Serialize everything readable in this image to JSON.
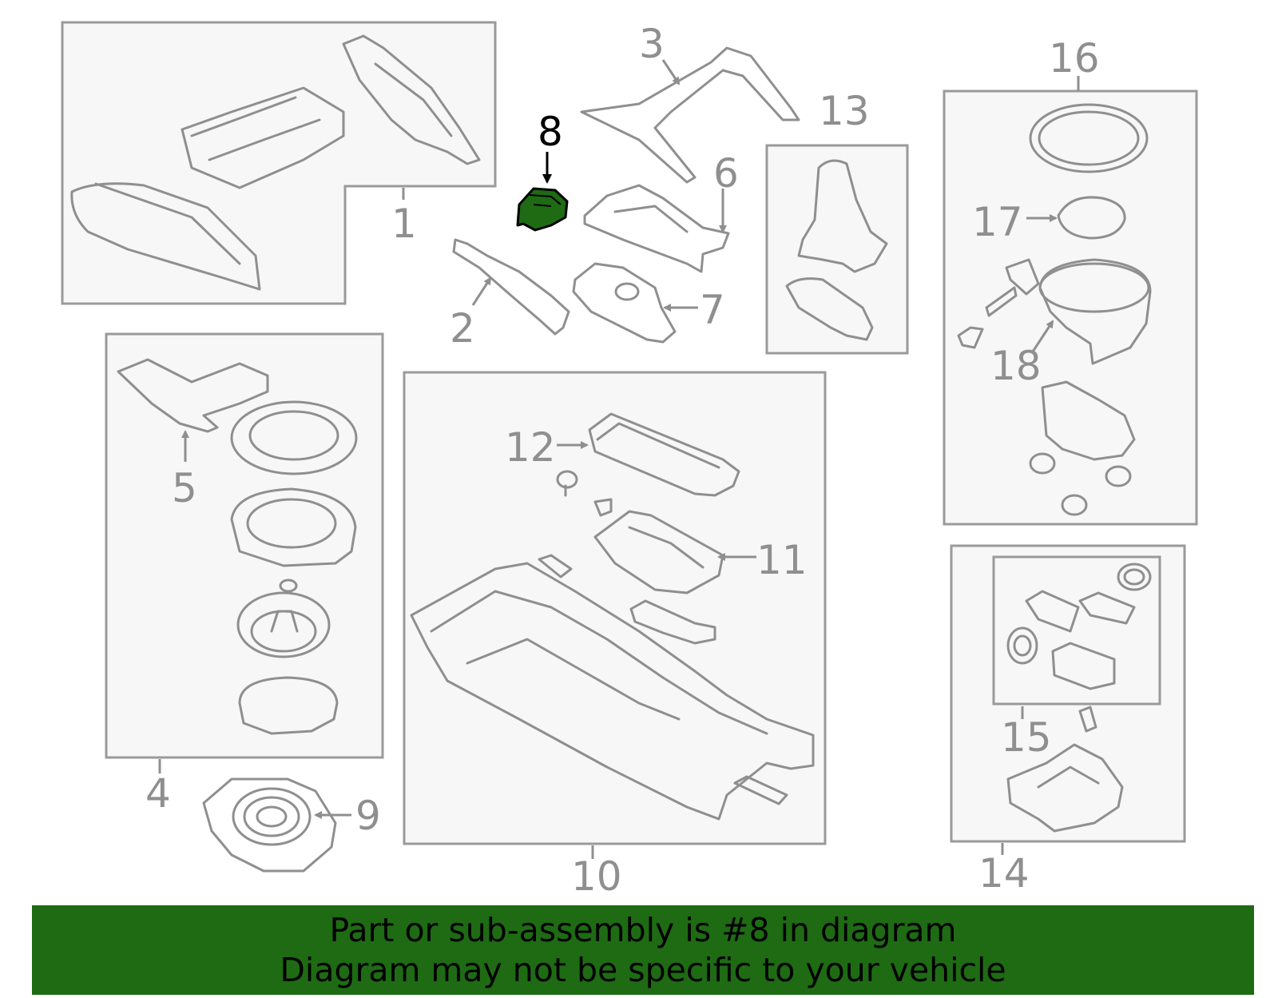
{
  "callouts": {
    "c1": "1",
    "c2": "2",
    "c3": "3",
    "c4": "4",
    "c5": "5",
    "c6": "6",
    "c7": "7",
    "c8": "8",
    "c9": "9",
    "c10": "10",
    "c11": "11",
    "c12": "12",
    "c13": "13",
    "c14": "14",
    "c15": "15",
    "c16": "16",
    "c17": "17",
    "c18": "18"
  },
  "highlight": {
    "part_number": "8",
    "color": "#1e6b14"
  },
  "banner": {
    "line1": "Part or sub-assembly is #8 in diagram",
    "line2": "Diagram may not be specific to your vehicle",
    "background": "#1e6b14"
  }
}
